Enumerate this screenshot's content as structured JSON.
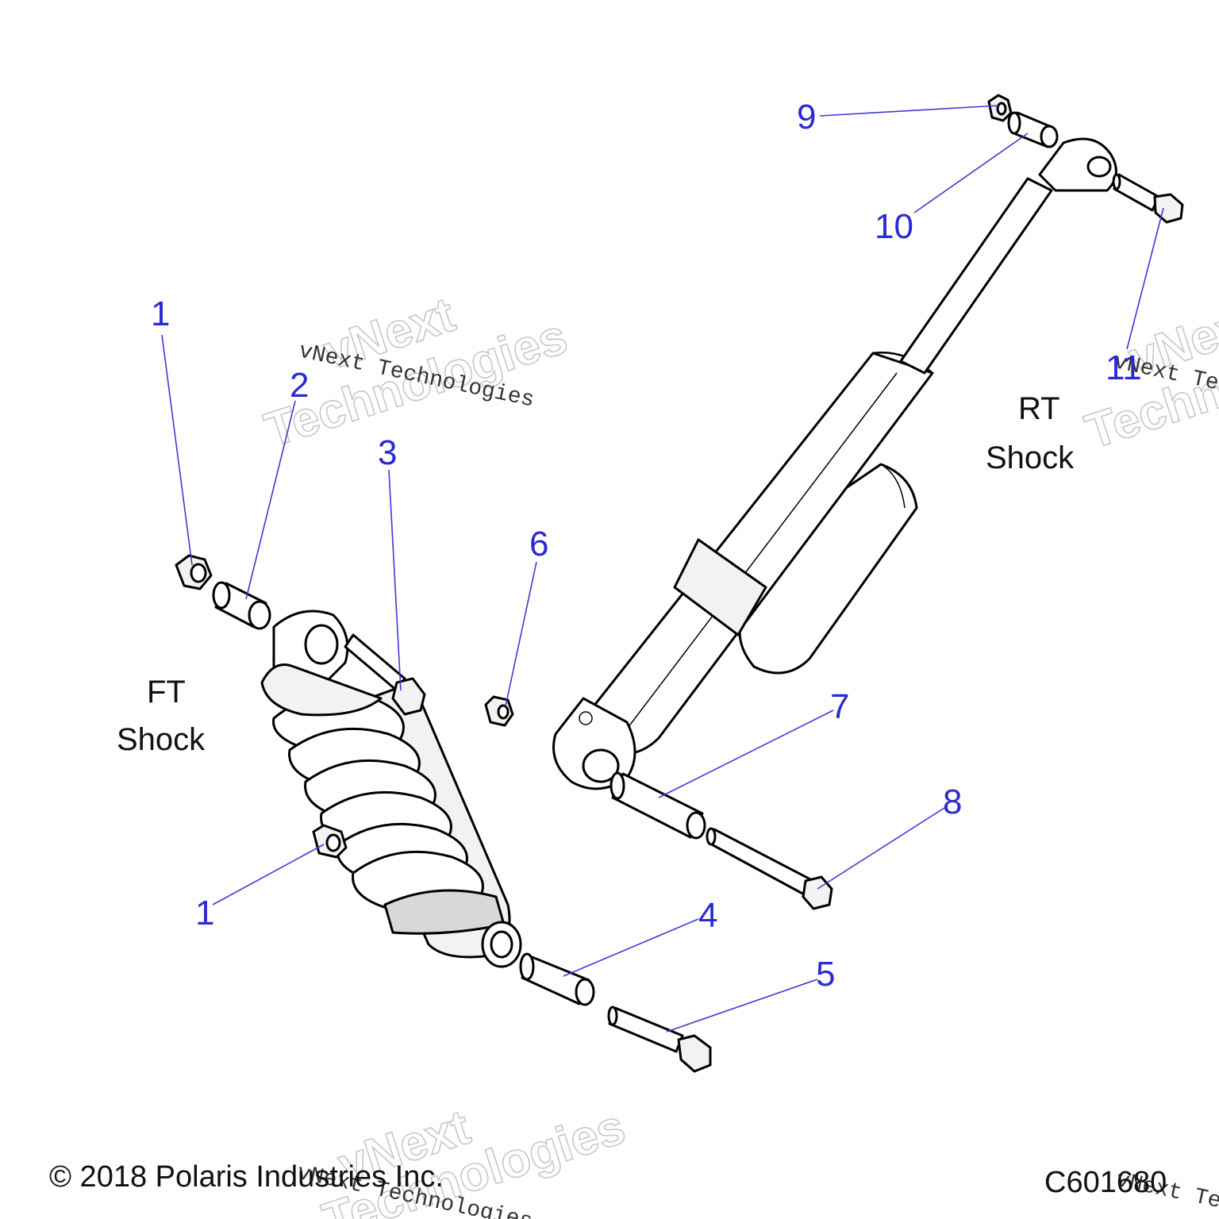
{
  "callouts": [
    {
      "num": "1"
    },
    {
      "num": "2"
    },
    {
      "num": "3"
    },
    {
      "num": "6"
    },
    {
      "num": "1"
    },
    {
      "num": "4"
    },
    {
      "num": "5"
    },
    {
      "num": "7"
    },
    {
      "num": "8"
    },
    {
      "num": "9"
    },
    {
      "num": "10"
    },
    {
      "num": "11"
    }
  ],
  "labels": {
    "ft_line1": "FT",
    "ft_line2": "Shock",
    "rt_line1": "RT",
    "rt_line2": "Shock"
  },
  "footer": {
    "copyright": "© 2018 Polaris Industries Inc.",
    "drawing_id": "C601680"
  },
  "watermark": {
    "brand_a": "vNext",
    "brand_b": "Technologies",
    "brand_full": "vNext Technologies"
  },
  "colors": {
    "callout": "#2a2ad6",
    "leader": "#3b3bd8",
    "watermark": "#c8c8c8"
  }
}
